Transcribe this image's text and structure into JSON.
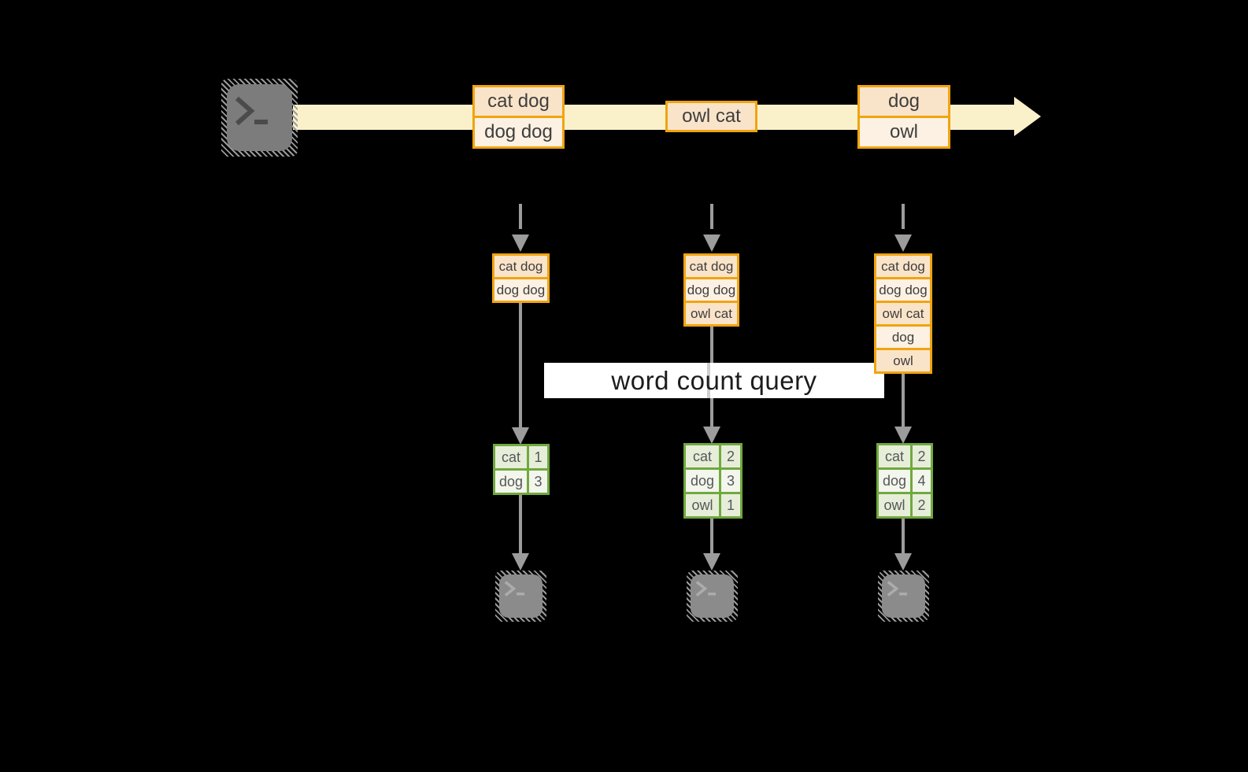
{
  "query_label": "word count query",
  "stream": {
    "source_icon": "terminal-icon",
    "batches": [
      {
        "lines": [
          "cat dog",
          "dog dog"
        ]
      },
      {
        "lines": [
          "owl cat"
        ]
      },
      {
        "lines": [
          "dog",
          "owl"
        ]
      }
    ]
  },
  "columns": [
    {
      "state_lines": [
        "cat dog",
        "dog dog"
      ],
      "counts": [
        [
          "cat",
          "1"
        ],
        [
          "dog",
          "3"
        ]
      ]
    },
    {
      "state_lines": [
        "cat dog",
        "dog dog",
        "owl cat"
      ],
      "counts": [
        [
          "cat",
          "2"
        ],
        [
          "dog",
          "3"
        ],
        [
          "owl",
          "1"
        ]
      ]
    },
    {
      "state_lines": [
        "cat dog",
        "dog dog",
        "owl cat",
        "dog",
        "owl"
      ],
      "counts": [
        [
          "cat",
          "2"
        ],
        [
          "dog",
          "4"
        ],
        [
          "owl",
          "2"
        ]
      ]
    }
  ],
  "colors": {
    "background": "#000000",
    "accent_orange": "#F0A410",
    "peach_fill": "#FAE4C9",
    "light_peach_fill": "#FCF1E2",
    "stream_band": "#FAF1CB",
    "green_border": "#71A83E",
    "green_fill": "#E6EEDA",
    "green_fill_light": "#F2F6EC",
    "arrow_gray": "#9C9C9C",
    "query_band_bg": "#FFFFFF"
  }
}
